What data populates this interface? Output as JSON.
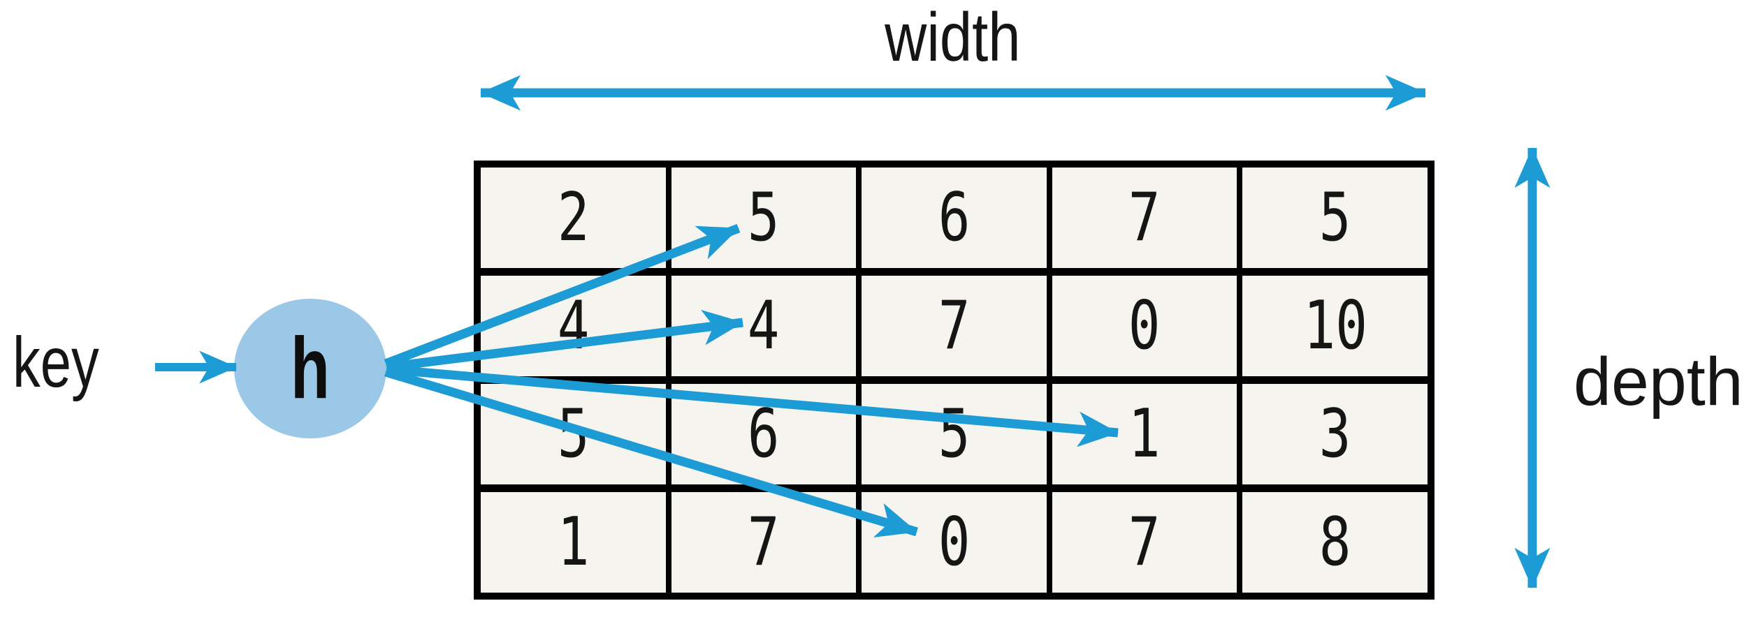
{
  "diagram": {
    "type": "count-min-sketch",
    "labels": {
      "width": "width",
      "depth": "depth",
      "key": "key",
      "hash_function": "h"
    },
    "grid": {
      "num_rows": 4,
      "num_cols": 5,
      "rows": [
        [
          "2",
          "5",
          "6",
          "7",
          "5"
        ],
        [
          "4",
          "4",
          "7",
          "0",
          "10"
        ],
        [
          "5",
          "6",
          "5",
          "1",
          "3"
        ],
        [
          "1",
          "7",
          "0",
          "7",
          "8"
        ]
      ]
    },
    "hash_arrow_targets": [
      {
        "row": 1,
        "col": 2,
        "value": "5"
      },
      {
        "row": 2,
        "col": 2,
        "value": "4"
      },
      {
        "row": 3,
        "col": 4,
        "value": "1"
      },
      {
        "row": 4,
        "col": 3,
        "value": "0"
      }
    ]
  },
  "colors": {
    "arrow": "#1D9BD5",
    "circle": "#9CC8E8",
    "cell": "#F6F4EE",
    "grid-line": "#000000",
    "text": "#151515"
  }
}
